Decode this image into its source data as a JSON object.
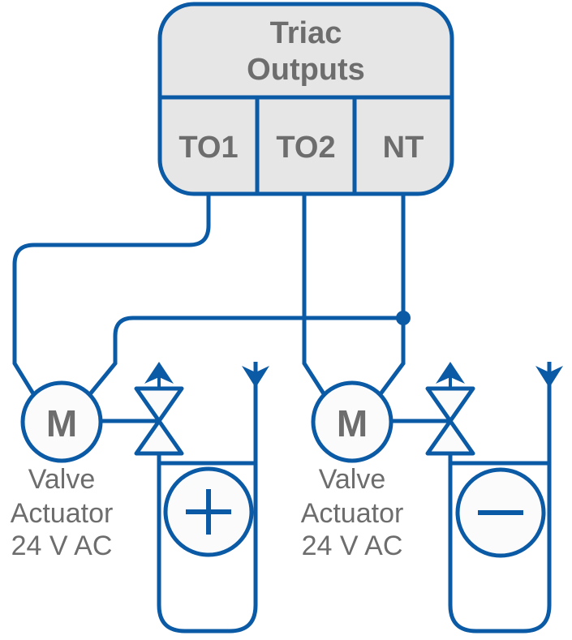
{
  "colors": {
    "accent": "#0b5aa5",
    "panel_fill": "#e6e6e6",
    "text_gray": "#6d6d6d",
    "shape_fill": "#fbfbfb",
    "background": "#ffffff"
  },
  "triac_block": {
    "title_line1": "Triac",
    "title_line2": "Outputs",
    "terminals": [
      {
        "label": "TO1"
      },
      {
        "label": "TO2"
      },
      {
        "label": "NT"
      }
    ]
  },
  "actuators": {
    "left": {
      "motor_label": "M",
      "caption": [
        "Valve",
        "Actuator",
        "24 V AC"
      ],
      "polarity_symbol": "plus"
    },
    "right": {
      "motor_label": "M",
      "caption": [
        "Valve",
        "Actuator",
        "24 V AC"
      ],
      "polarity_symbol": "minus"
    }
  }
}
